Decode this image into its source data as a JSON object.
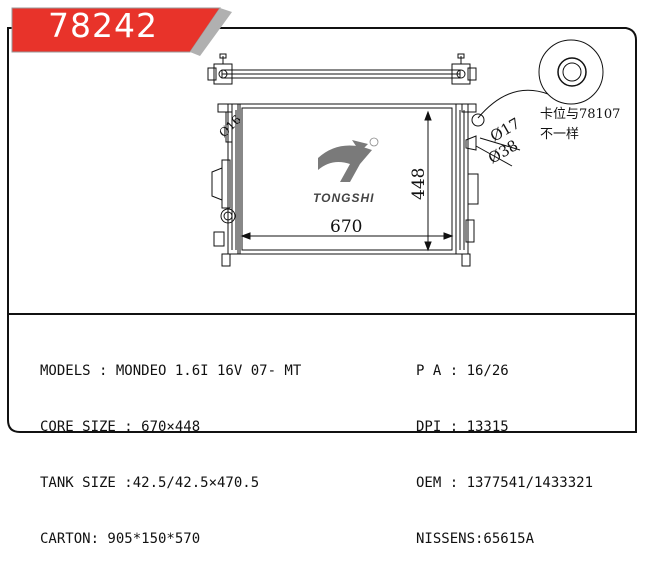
{
  "header": {
    "part_number": "78242"
  },
  "drawing": {
    "dim_width": "670",
    "dim_height": "448",
    "dim_d17": "Ø17",
    "dim_d38": "Ø38",
    "dim_d16": "Ø16",
    "brand": "TONGSHI",
    "note_line1": "卡位与78107",
    "note_line2": "不一样",
    "header_color": "#e8332a"
  },
  "specs": {
    "models": "MODELS : MONDEO 1.6I 16V 07- MT",
    "core_size": "CORE SIZE : 670×448",
    "tank_size": "TANK SIZE :42.5/42.5×470.5",
    "carton": "CARTON: 905*150*570",
    "pa": "P A : 16/26",
    "dpi": "DPI : 13315",
    "oem": "OEM : 1377541/1433321",
    "nissens": "NISSENS:65615A"
  }
}
